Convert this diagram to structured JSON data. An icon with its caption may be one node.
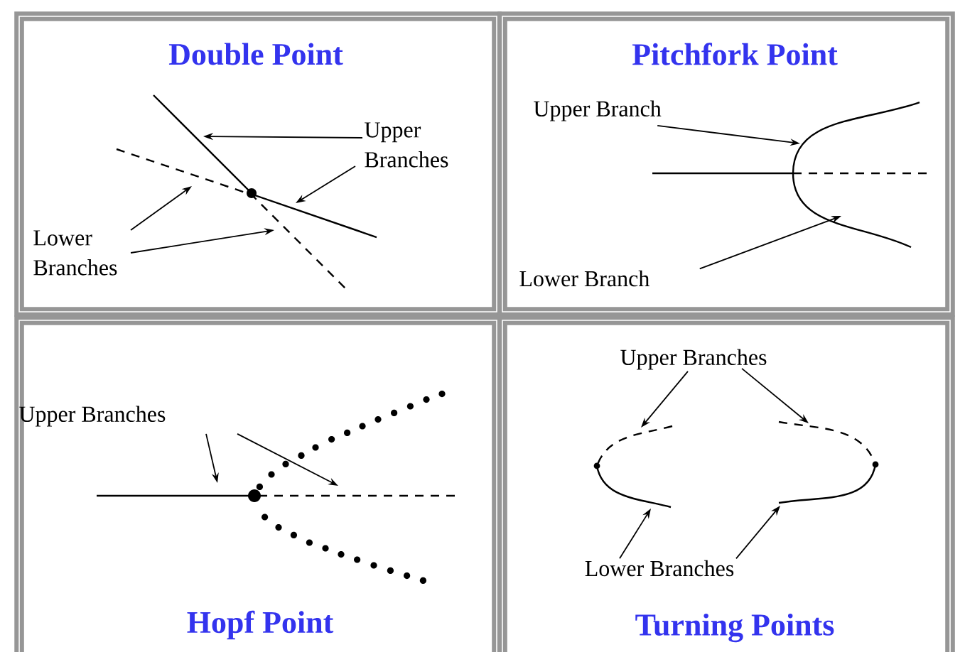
{
  "diagram": {
    "nodes": [
      {
        "text": [
          "Double Point"
        ]
      },
      {
        "text": [
          "Upper Branches"
        ],
        "in": 0
      },
      {
        "text": [
          "Lower Branches"
        ],
        "in": 0
      },
      {
        "text": [
          "Pitchfork Point"
        ]
      },
      {
        "text": [
          "Upper Branch"
        ],
        "in": 3
      },
      {
        "text": [
          "Lower Branch"
        ],
        "in": 3
      },
      {
        "text": [],
        "shape": "curve",
        "in": 3
      },
      {
        "text": [
          "Hopf Point"
        ]
      },
      {
        "text": [
          "Upper Branches"
        ],
        "in": 7
      },
      {
        "text": [
          "Turning Points"
        ]
      },
      {
        "text": [
          "Upper Branches"
        ],
        "in": 9
      },
      {
        "text": [
          "Lower Branches"
        ],
        "in": 9
      },
      {
        "text": [],
        "shape": "curve",
        "in": 9
      },
      {
        "text": [],
        "shape": "curve",
        "in": 9
      }
    ],
    "edges": [
      {
        "from": 1,
        "to": null,
        "arrow": "to"
      },
      {
        "from": 1,
        "to": null,
        "arrow": "to"
      },
      {
        "from": 2,
        "to": null,
        "arrow": "to"
      },
      {
        "from": 2,
        "to": null,
        "arrow": "to"
      },
      {
        "from": 4,
        "to": 6,
        "arrow": "to"
      },
      {
        "from": 5,
        "to": 6,
        "arrow": "to"
      },
      {
        "from": 8,
        "to": null,
        "arrow": "to"
      },
      {
        "from": 8,
        "to": null,
        "arrow": "to"
      },
      {
        "from": 10,
        "to": 12,
        "arrow": "to"
      },
      {
        "from": 10,
        "to": 13,
        "arrow": "to"
      },
      {
        "from": 11,
        "to": 12,
        "arrow": "to"
      },
      {
        "from": 11,
        "to": 13,
        "arrow": "to"
      }
    ]
  }
}
